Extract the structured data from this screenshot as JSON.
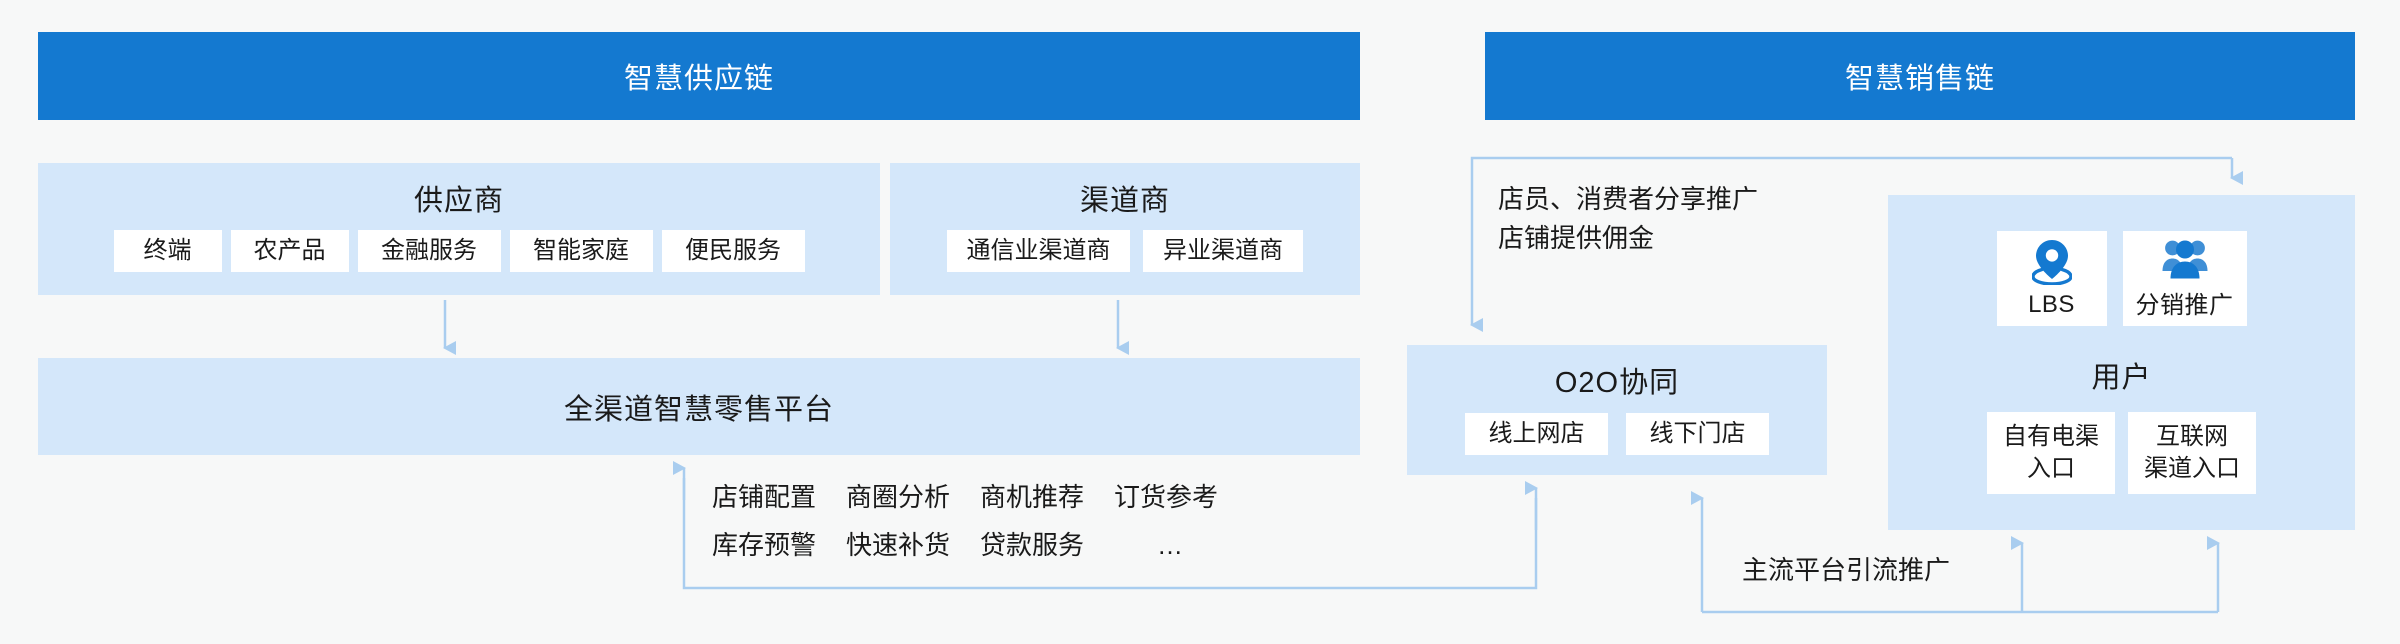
{
  "colors": {
    "background": "#f7f8f8",
    "header_blue": "#1479d0",
    "panel_blue": "#d4e7fa",
    "card_white": "#ffffff",
    "connector_blue": "#a9cdef",
    "icon_blue": "#1479d0",
    "text_dark": "#1a1a1a"
  },
  "headers": {
    "supply_chain": "智慧供应链",
    "sales_chain": "智慧销售链"
  },
  "supply": {
    "supplier": {
      "title": "供应商",
      "tags": [
        "终端",
        "农产品",
        "金融服务",
        "智能家庭",
        "便民服务"
      ]
    },
    "channel": {
      "title": "渠道商",
      "tags": [
        "通信业渠道商",
        "异业渠道商"
      ]
    },
    "platform": {
      "title": "全渠道智慧零售平台"
    },
    "features": {
      "row1": [
        "店铺配置",
        "商圈分析",
        "商机推荐",
        "订货参考"
      ],
      "row2": [
        "库存预警",
        "快速补货",
        "贷款服务",
        "…"
      ]
    }
  },
  "sales": {
    "share_note": "店员、消费者分享推广\n店铺提供佣金",
    "o2o": {
      "title": "O2O协同",
      "tags": [
        "线上网店",
        "线下门店"
      ]
    },
    "user": {
      "title": "用户",
      "icon_cards": [
        {
          "icon": "location-pin-icon",
          "label": "LBS"
        },
        {
          "icon": "people-group-icon",
          "label": "分销推广"
        }
      ],
      "entry_tags": [
        "自有电渠\n入口",
        "互联网\n渠道入口"
      ]
    },
    "traffic_note": "主流平台引流推广"
  }
}
